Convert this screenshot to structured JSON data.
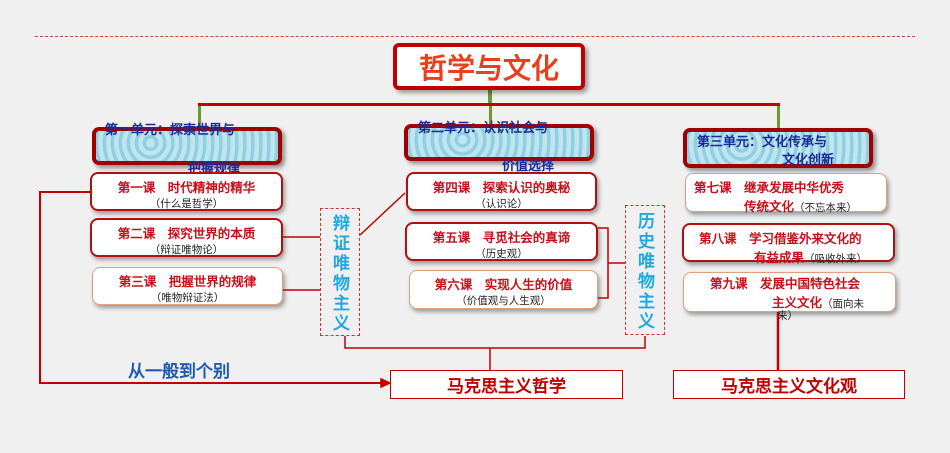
{
  "title": "哲学与文化",
  "units": [
    {
      "line1": "第一单元：探索世界与",
      "line2": "把握规律"
    },
    {
      "line1": "第二单元：认识社会与",
      "line2": "价值选择"
    },
    {
      "line1": "第三单元：文化传承与",
      "line2": "文化创新"
    }
  ],
  "lessons": [
    {
      "title": "第一课　时代精神的精华",
      "sub": "（什么是哲学）"
    },
    {
      "title": "第二课　探究世界的本质",
      "sub": "（辩证唯物论）"
    },
    {
      "title": "第三课　把握世界的规律",
      "sub": "（唯物辩证法）"
    },
    {
      "title": "第四课　探索认识的奥秘",
      "sub": "（认识论）"
    },
    {
      "title": "第五课　寻觅社会的真谛",
      "sub": "（历史观）"
    },
    {
      "title": "第六课　实现人生的价值",
      "sub": "（价值观与人生观）"
    },
    {
      "title": "第七课　继承发展中华优秀",
      "title2": "传统文化",
      "sub": "（不忘本来）"
    },
    {
      "title": "第八课　学习借鉴外来文化的",
      "title2": "有益成果",
      "sub": "（吸收外来）"
    },
    {
      "title": "第九课　发展中国特色社会",
      "title2": "主义文化",
      "sub": "（面向未",
      "sub2": "来）"
    }
  ],
  "dialectical": "辩证唯物主义",
  "historical": "历史唯物主义",
  "general_to_specific": "从一般到个别",
  "marxist_philosophy": "马克思主义哲学",
  "marxist_culture": "马克思主义文化观"
}
